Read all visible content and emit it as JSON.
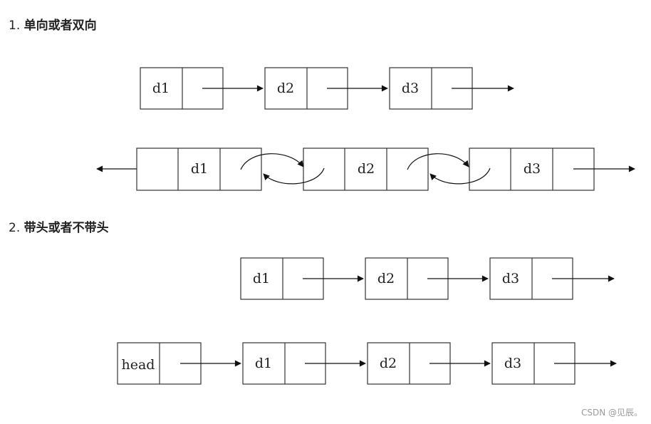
{
  "sections": [
    {
      "number": "1.",
      "title": "单向或者双向"
    },
    {
      "number": "2.",
      "title": "带头或者不带头"
    }
  ],
  "diagrams": {
    "singly": {
      "nodes": [
        "d1",
        "d2",
        "d3"
      ]
    },
    "doubly": {
      "nodes": [
        "d1",
        "d2",
        "d3"
      ]
    },
    "headless": {
      "nodes": [
        "d1",
        "d2",
        "d3"
      ]
    },
    "headed": {
      "head_label": "head",
      "nodes": [
        "d1",
        "d2",
        "d3"
      ]
    }
  },
  "watermark": "CSDN @见辰。"
}
